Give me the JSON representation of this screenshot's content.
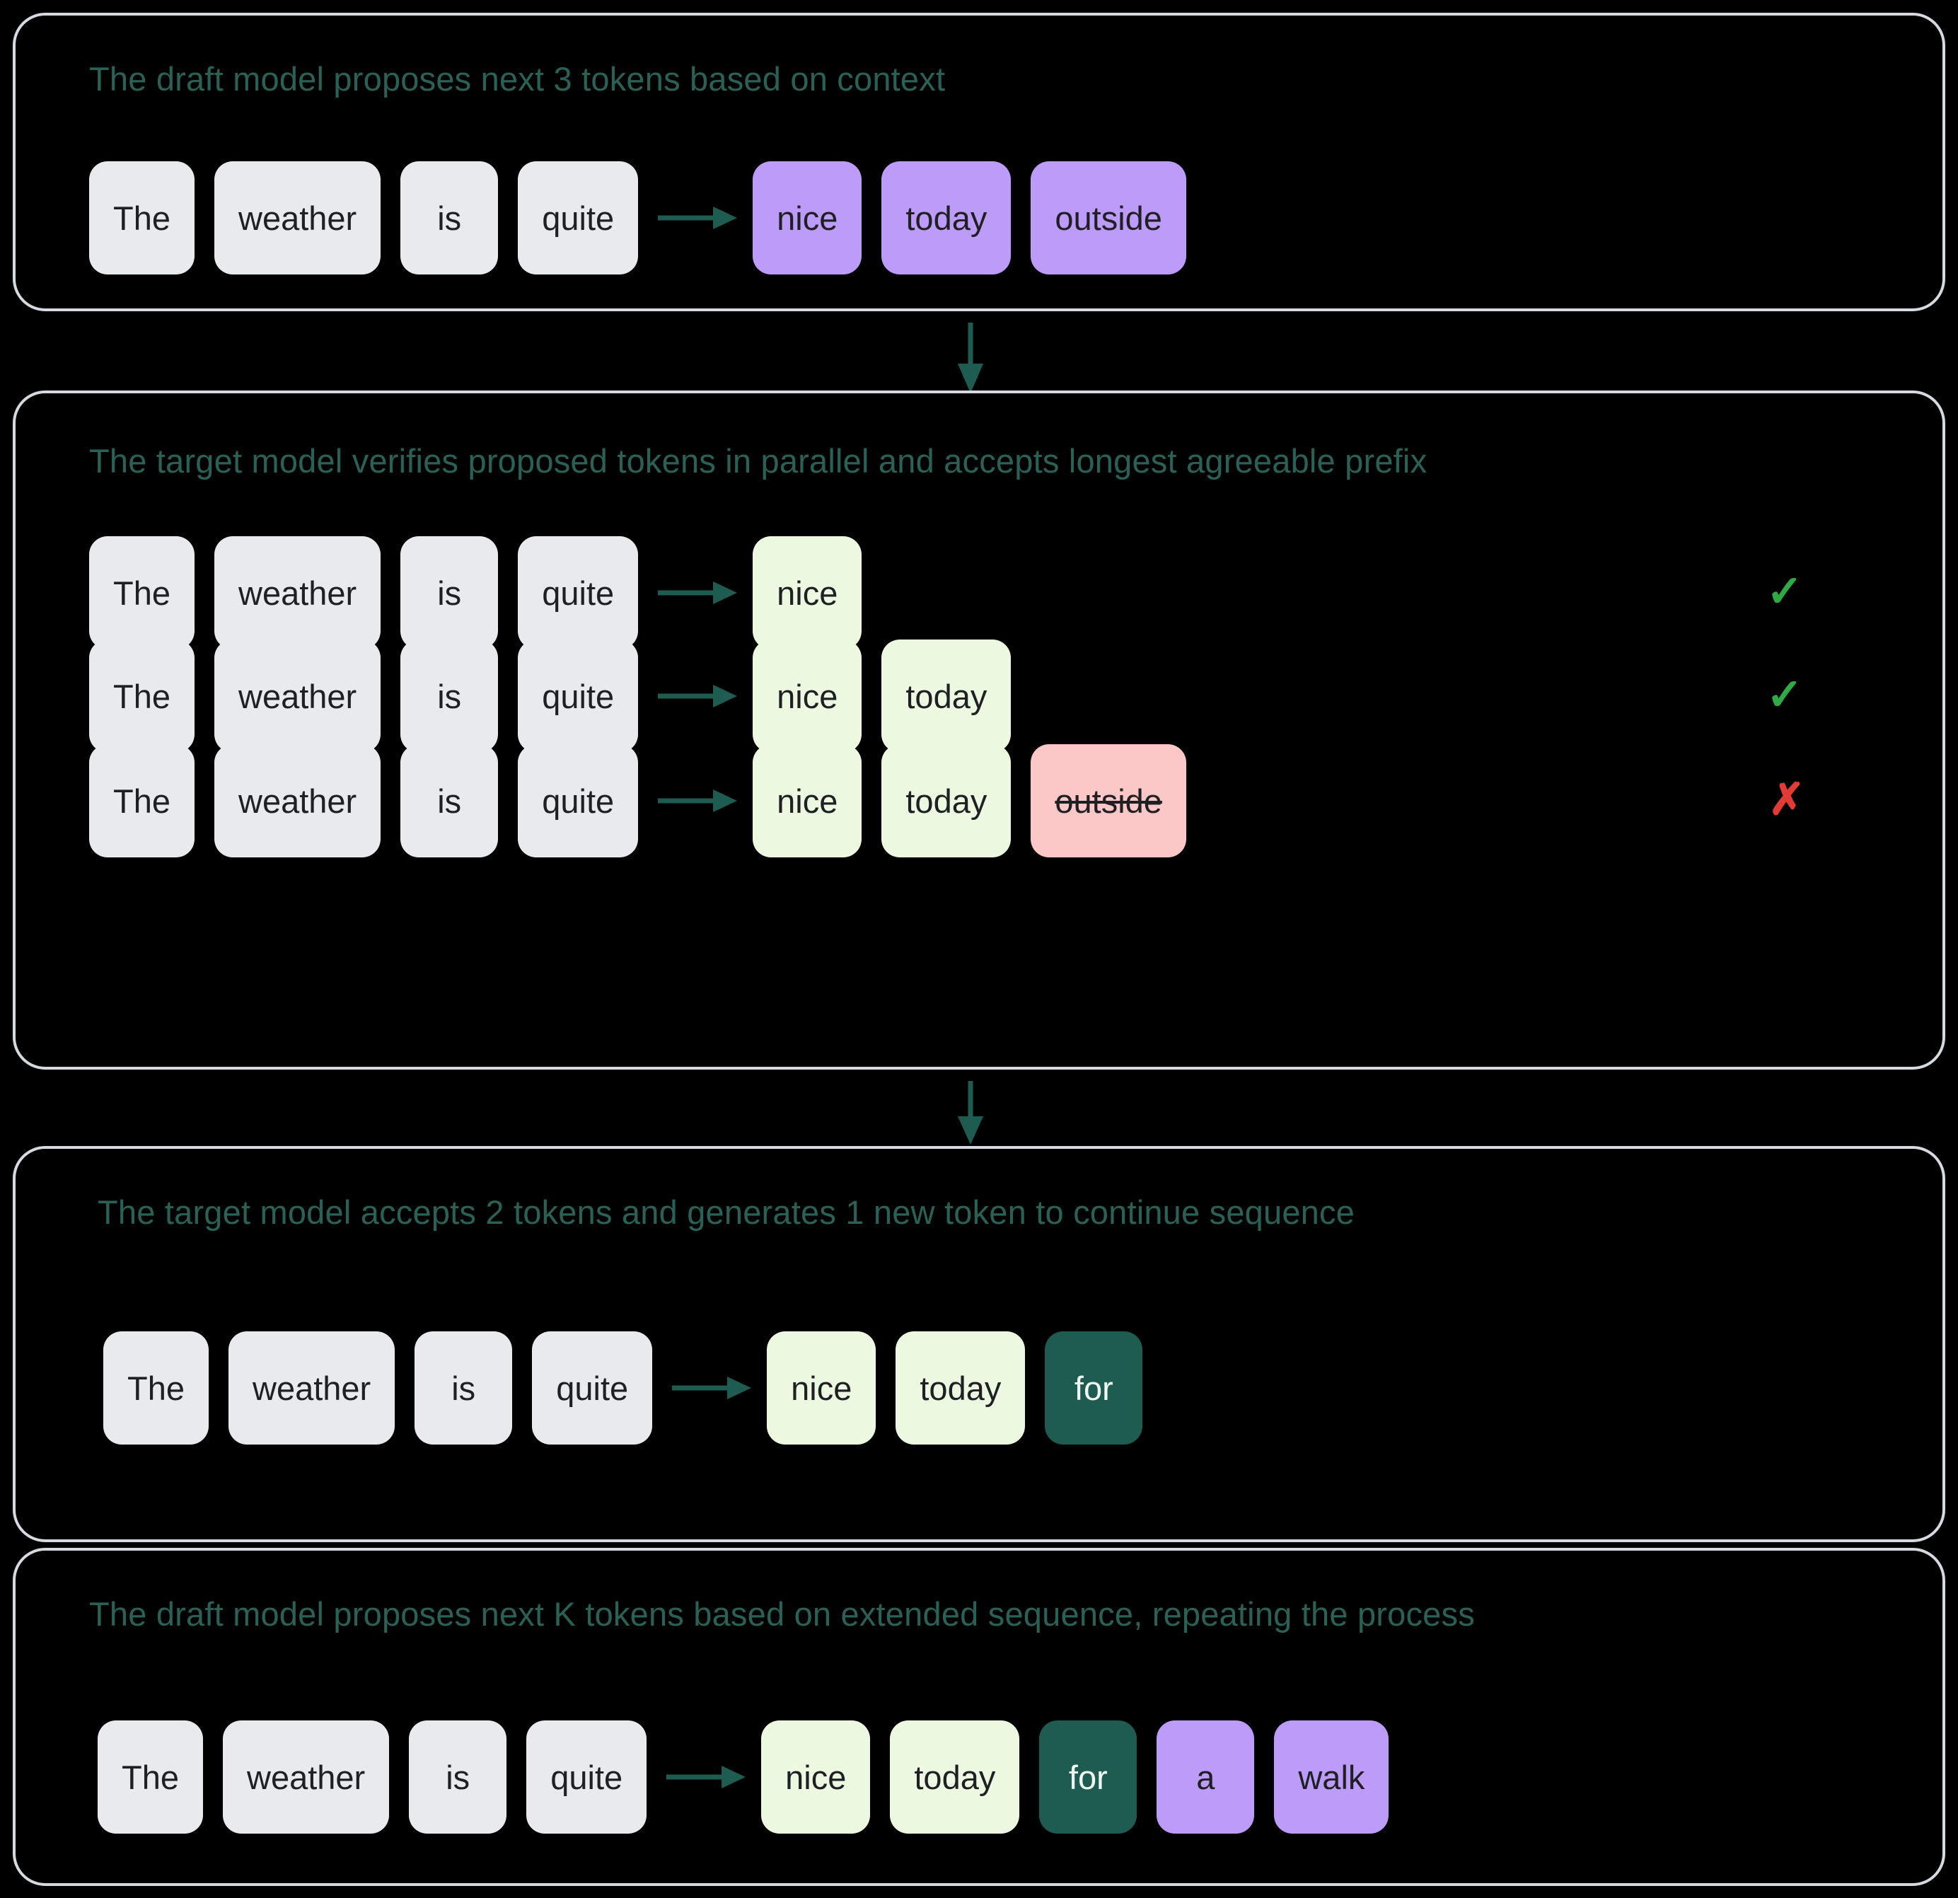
{
  "diagram": {
    "title_color": "#2a6157",
    "background": "#000000",
    "panel_border": "#d5dae0",
    "arrow_color": "#1e5c52",
    "token_colors": {
      "context": "#e8eaed",
      "proposed": "#bd9cf9",
      "accepted": "#edf8e0",
      "rejected": "#fbc7c7",
      "generated": "#1e5c52"
    },
    "icons": {
      "row_arrow": "arrow-right-icon",
      "connector": "arrow-down-icon",
      "accept_mark": "check-icon",
      "reject_mark": "cross-icon"
    },
    "marks": {
      "accepted": "✓",
      "rejected": "✗"
    }
  },
  "panels": [
    {
      "id": "draft-proposal",
      "title": "The draft model proposes next 3 tokens based on context",
      "rows": [
        {
          "tokens": [
            {
              "text": "The",
              "kind": "ctx"
            },
            {
              "text": "weather",
              "kind": "ctx"
            },
            {
              "text": "is",
              "kind": "ctx"
            },
            {
              "text": "quite",
              "kind": "ctx"
            },
            {
              "arrow": true
            },
            {
              "text": "nice",
              "kind": "proposed"
            },
            {
              "text": "today",
              "kind": "proposed"
            },
            {
              "text": "outside",
              "kind": "proposed"
            }
          ],
          "verdict": null
        }
      ]
    },
    {
      "id": "target-verification",
      "title": "The target model verifies proposed tokens in parallel and accepts longest agreeable prefix",
      "rows": [
        {
          "tokens": [
            {
              "text": "The",
              "kind": "ctx"
            },
            {
              "text": "weather",
              "kind": "ctx"
            },
            {
              "text": "is",
              "kind": "ctx"
            },
            {
              "text": "quite",
              "kind": "ctx"
            },
            {
              "arrow": true
            },
            {
              "text": "nice",
              "kind": "accepted"
            }
          ],
          "verdict": "ok"
        },
        {
          "tokens": [
            {
              "text": "The",
              "kind": "ctx"
            },
            {
              "text": "weather",
              "kind": "ctx"
            },
            {
              "text": "is",
              "kind": "ctx"
            },
            {
              "text": "quite",
              "kind": "ctx"
            },
            {
              "arrow": true
            },
            {
              "text": "nice",
              "kind": "accepted"
            },
            {
              "text": "today",
              "kind": "accepted"
            }
          ],
          "verdict": "ok"
        },
        {
          "tokens": [
            {
              "text": "The",
              "kind": "ctx"
            },
            {
              "text": "weather",
              "kind": "ctx"
            },
            {
              "text": "is",
              "kind": "ctx"
            },
            {
              "text": "quite",
              "kind": "ctx"
            },
            {
              "arrow": true
            },
            {
              "text": "nice",
              "kind": "accepted"
            },
            {
              "text": "today",
              "kind": "accepted"
            },
            {
              "text": "outside",
              "kind": "rejected"
            }
          ],
          "verdict": "fail"
        }
      ]
    },
    {
      "id": "target-generation",
      "title": "The target model accepts 2 tokens and generates 1 new token to continue sequence",
      "rows": [
        {
          "tokens": [
            {
              "text": "The",
              "kind": "ctx"
            },
            {
              "text": "weather",
              "kind": "ctx"
            },
            {
              "text": "is",
              "kind": "ctx"
            },
            {
              "text": "quite",
              "kind": "ctx"
            },
            {
              "arrow": true
            },
            {
              "text": "nice",
              "kind": "accepted"
            },
            {
              "text": "today",
              "kind": "accepted"
            },
            {
              "text": "for",
              "kind": "generated"
            }
          ],
          "verdict": null
        }
      ]
    },
    {
      "id": "draft-next-round",
      "title": "The draft model proposes next K tokens based on extended sequence, repeating the process",
      "rows": [
        {
          "tokens": [
            {
              "text": "The",
              "kind": "ctx"
            },
            {
              "text": "weather",
              "kind": "ctx"
            },
            {
              "text": "is",
              "kind": "ctx"
            },
            {
              "text": "quite",
              "kind": "ctx"
            },
            {
              "arrow": true
            },
            {
              "text": "nice",
              "kind": "accepted"
            },
            {
              "text": "today",
              "kind": "accepted"
            },
            {
              "text": "for",
              "kind": "generated"
            },
            {
              "text": "a",
              "kind": "proposed"
            },
            {
              "text": "walk",
              "kind": "proposed"
            }
          ],
          "verdict": null
        }
      ]
    }
  ]
}
